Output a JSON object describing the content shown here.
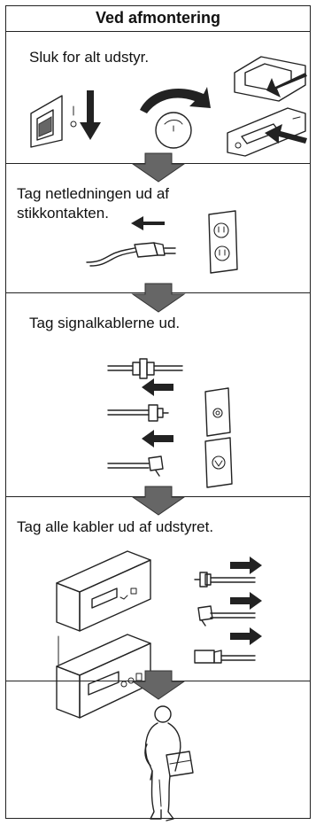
{
  "title": "Ved afmontering",
  "steps": [
    "Sluk for alt udstyr.",
    "Tag netledningen ud af stikkontakten.",
    "Tag signalkablerne ud.",
    "Tag alle kabler ud af udstyret."
  ],
  "icons": {
    "power_switch": "wall-switch-icon",
    "knob": "rotary-knob-icon",
    "rocker": "rocker-switch-icon",
    "plug": "power-plug-icon",
    "outlet": "wall-outlet-icon",
    "signal_cables": "signal-cable-icon",
    "devices": "equipment-device-icon",
    "person": "person-carrying-icon",
    "flow_arrow": "flow-arrow-down-icon"
  }
}
